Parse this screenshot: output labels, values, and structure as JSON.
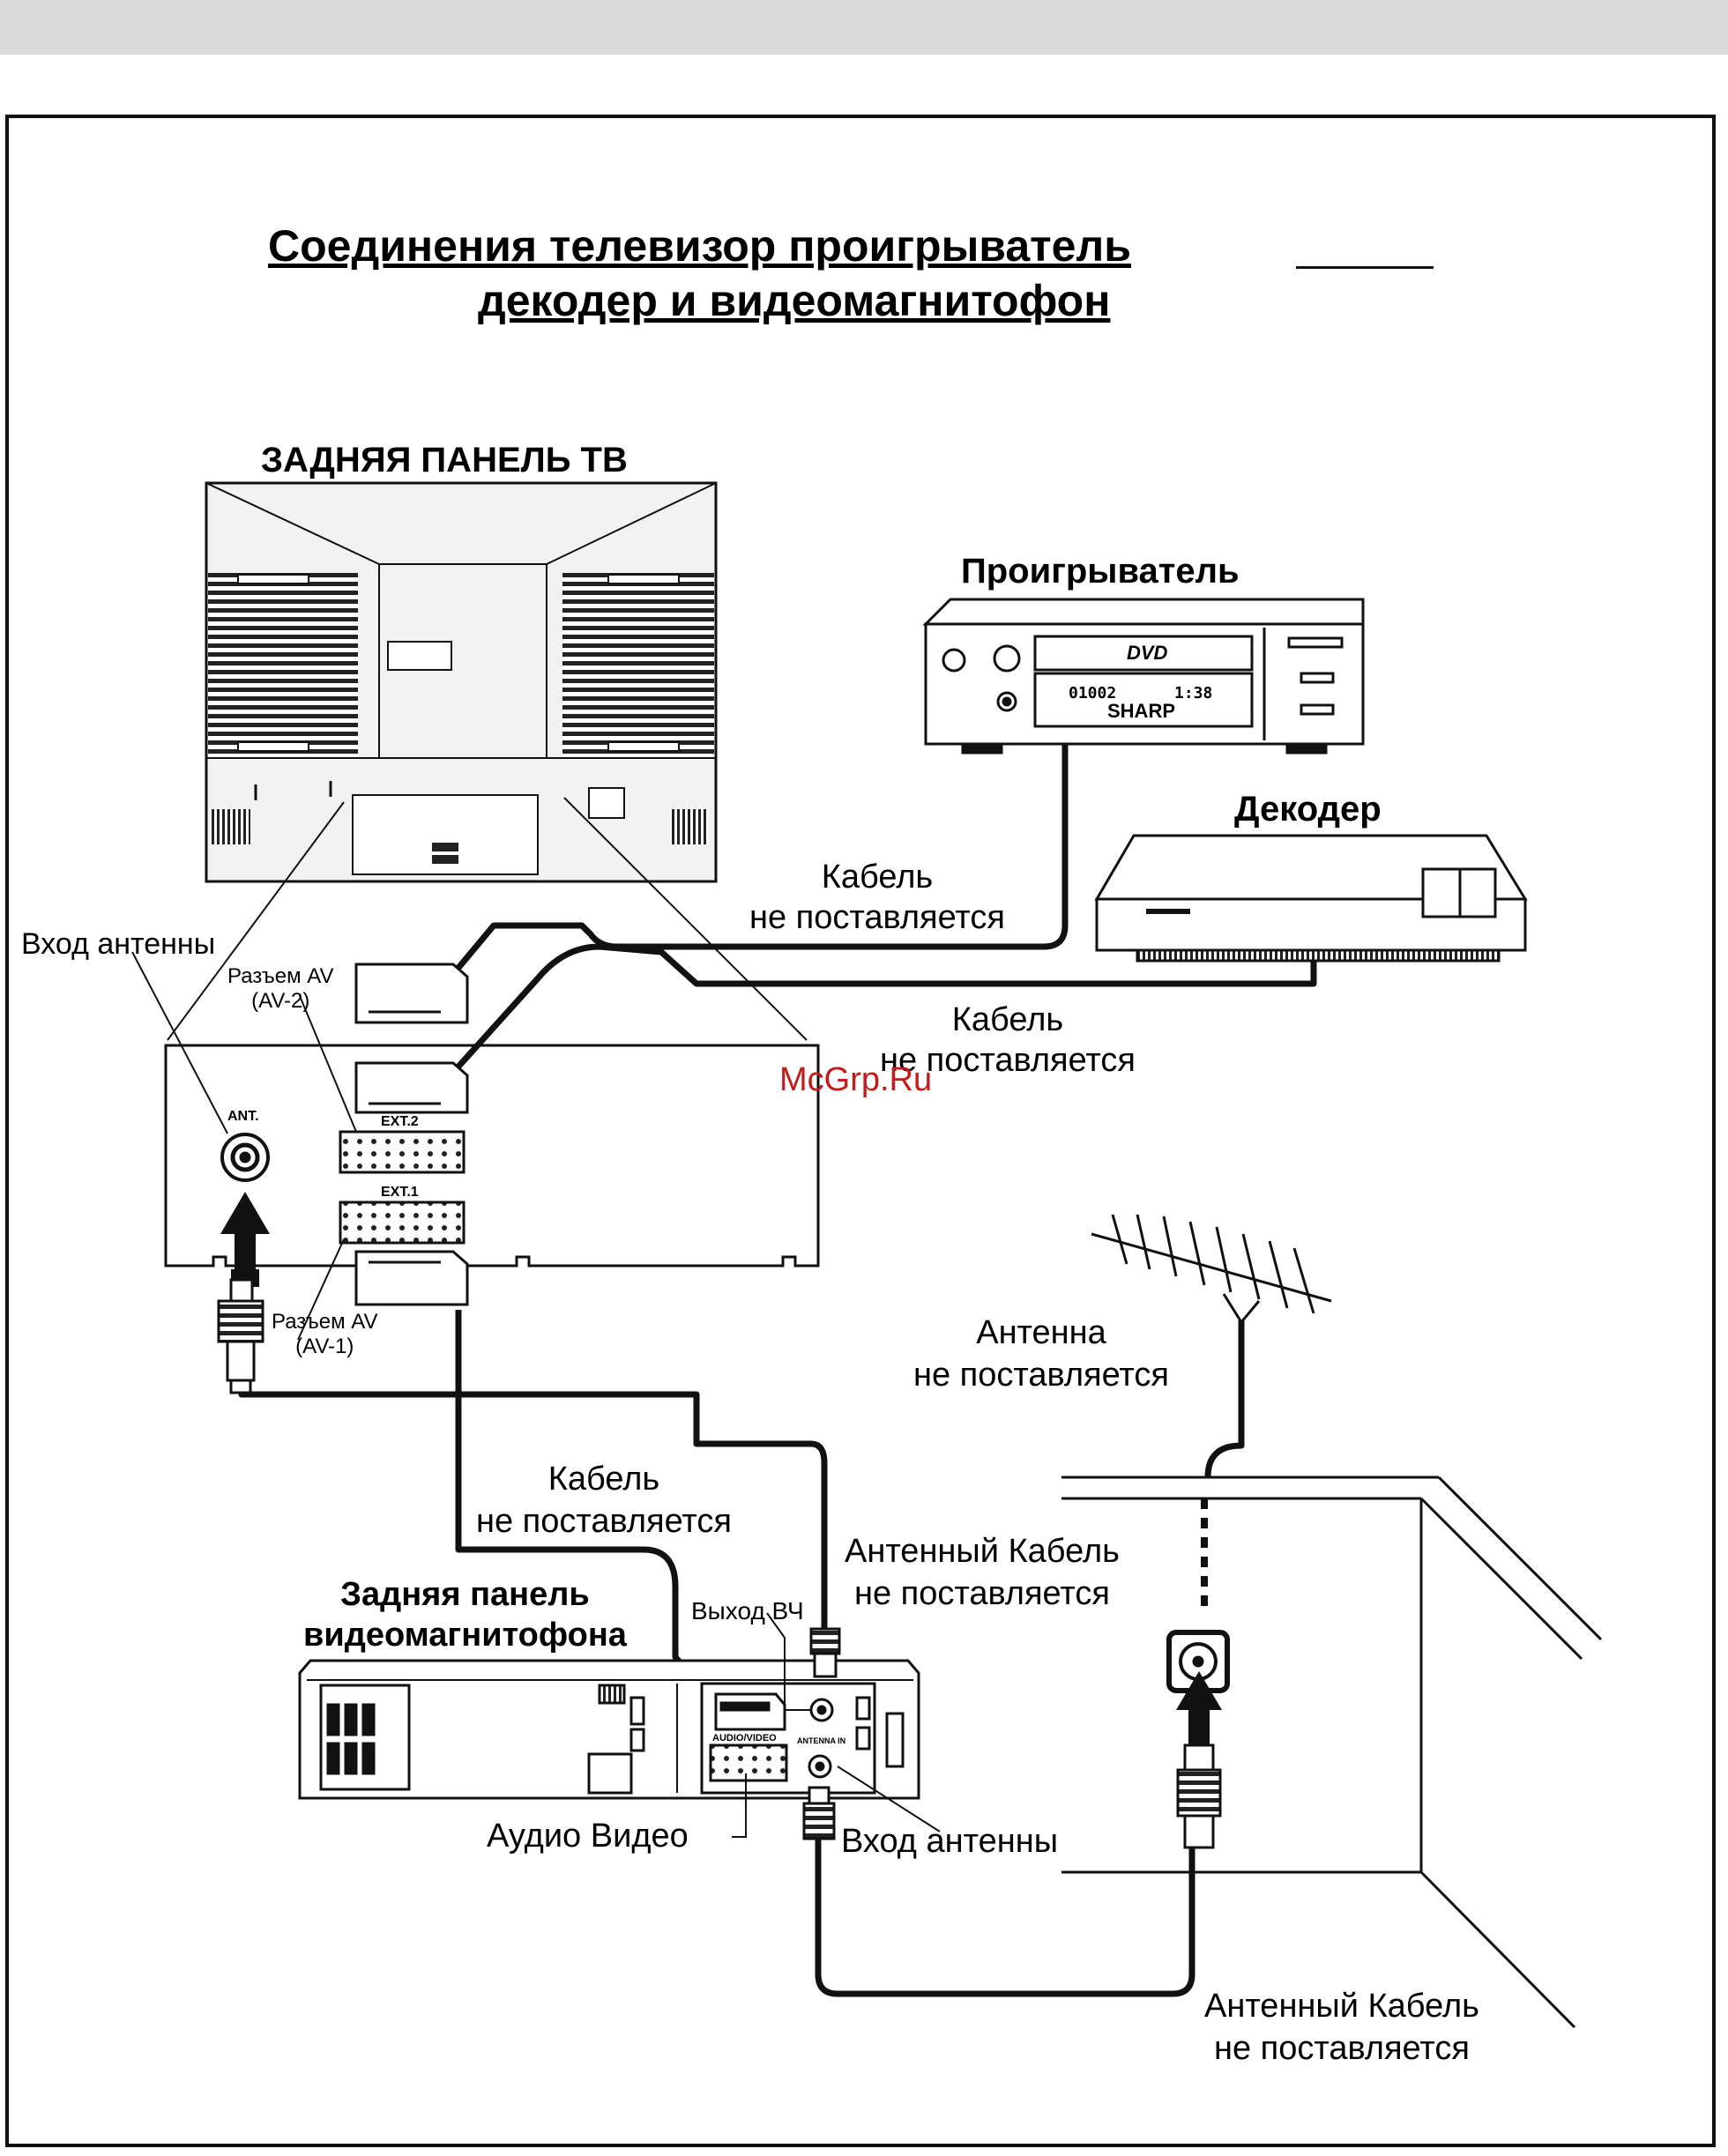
{
  "title": {
    "line1": "Соединения   телевизор  проигрыватель",
    "line2": "декодер и видеомагнитофон"
  },
  "labels": {
    "tv_rear_panel": "ЗАДНЯЯ ПАНЕЛЬ ТВ",
    "player": "Проигрыватель",
    "decoder": "Декодер",
    "cable1_line1": "Кабель",
    "cable1_line2": "не поставляется",
    "cable2_line1": "Кабель",
    "cable2_line2": "не поставляется",
    "antenna_input_tv": "Вход  антенны",
    "av2_line1": "Разъем AV",
    "av2_line2": "(AV-2)",
    "av1_line1": "Разъем AV",
    "av1_line2": "(AV-1)",
    "ant": "ANT.",
    "ext2": "EXT.2",
    "ext1": "EXT.1",
    "antenna_line1": "Антенна",
    "antenna_line2": "не поставляется",
    "cable3_line1": "Кабель",
    "cable3_line2": "не поставляется",
    "antenna_cable1_line1": "Антенный Кабель",
    "antenna_cable1_line2": "не поставляется",
    "vcr_rear_line1": "Задняя панель",
    "vcr_rear_line2": "видеомагнитофона",
    "rf_out": "Выход ВЧ",
    "audio_video_connector": "AUDIO/VIDEO",
    "antenna_in_connector": "ANTENNA IN",
    "audio_video": "Аудио Видео",
    "antenna_input_vcr": "Вход  антенны",
    "antenna_cable2_line1": "Антенный Кабель",
    "antenna_cable2_line2": "не поставляется",
    "dvd_logo": "DVD",
    "dvd_display_left": "01002",
    "dvd_display_right": "1:38",
    "dvd_brand": "SHARP",
    "watermark": "McGrp.Ru"
  },
  "colors": {
    "line": "#111111",
    "watermark": "#c41a1a",
    "topbar": "#d9d9d9"
  }
}
